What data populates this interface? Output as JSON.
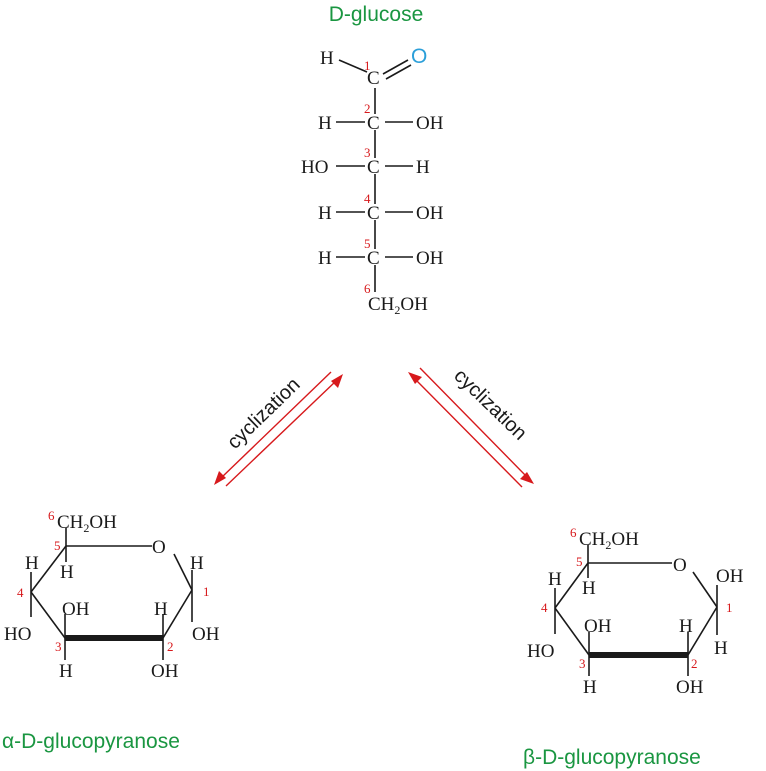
{
  "colors": {
    "title": "#1a9641",
    "number": "#d7191c",
    "carbonyl_o": "#2b9fd9",
    "ring_o": "#d7191c",
    "anomeric_oh": "#2b9fd9",
    "c5_oh": "#d7191c",
    "arrow": "#d7191c",
    "text": "#1a1a1a"
  },
  "glucose": {
    "title": "D-glucose",
    "c1_h": "H",
    "c1_o": "O",
    "carbon": "C",
    "c2_left": "H",
    "c2_right": "OH",
    "c3_left": "HO",
    "c3_right": "H",
    "c4_left": "H",
    "c4_right": "OH",
    "c5_left": "H",
    "c5_right": "OH",
    "c6_main": "CH",
    "c6_sub": "2",
    "c6_end": "OH",
    "numbers": [
      "1",
      "2",
      "3",
      "4",
      "5",
      "6"
    ]
  },
  "arrows": {
    "left_label": "cyclization",
    "right_label": "cyclization"
  },
  "alpha": {
    "title": "α-D-glucopyranose",
    "ring_o": "O",
    "c6_main": "CH",
    "c6_sub": "2",
    "c6_end": "OH",
    "c5_h": "H",
    "c4_h": "H",
    "c4_ho": "HO",
    "c3_oh": "OH",
    "c3_h": "H",
    "c2_h": "H",
    "c2_oh": "OH",
    "c1_h": "H",
    "c1_oh": "OH",
    "numbers": [
      "1",
      "2",
      "3",
      "4",
      "5",
      "6"
    ]
  },
  "beta": {
    "title": "β-D-glucopyranose",
    "ring_o": "O",
    "c6_main": "CH",
    "c6_sub": "2",
    "c6_end": "OH",
    "c5_h": "H",
    "c4_h": "H",
    "c4_ho": "HO",
    "c3_oh": "OH",
    "c3_h": "H",
    "c2_h": "H",
    "c2_oh": "OH",
    "c1_oh": "OH",
    "c1_h": "H",
    "numbers": [
      "1",
      "2",
      "3",
      "4",
      "5",
      "6"
    ]
  }
}
